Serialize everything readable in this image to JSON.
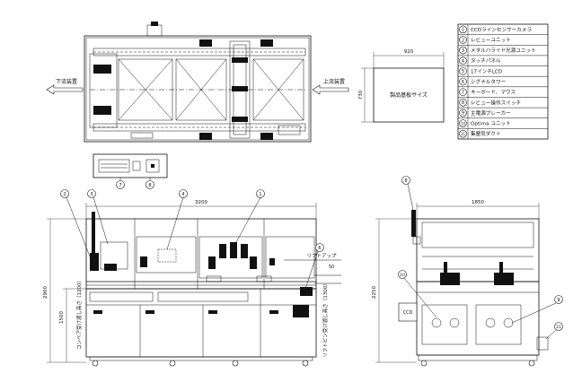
{
  "legend": {
    "items": [
      {
        "num": "1",
        "text": "CCDラインセンサーカメラ"
      },
      {
        "num": "2",
        "text": "レビューユニット"
      },
      {
        "num": "3",
        "text": "メタルハライド光源ユニット"
      },
      {
        "num": "4",
        "text": "タッチパネル"
      },
      {
        "num": "5",
        "text": "17インチLCD"
      },
      {
        "num": "6",
        "text": "シグナルタワー"
      },
      {
        "num": "7",
        "text": "キーボード、マウス"
      },
      {
        "num": "8",
        "text": "レビュー操作スイッチ"
      },
      {
        "num": "9",
        "text": "主電源ブレーカー"
      },
      {
        "num": "10",
        "text": "Optima ユニット"
      },
      {
        "num": "11",
        "text": "集塵気ダクト"
      }
    ]
  },
  "top_view": {
    "downstream_label": "下流装置",
    "upstream_label": "上流装置",
    "callout_7": "7",
    "callout_8": "8"
  },
  "substrate": {
    "width_label": "920",
    "height_label": "730",
    "center_label": "製品基板サイズ"
  },
  "front_view": {
    "width_label": "3200",
    "height_total": "2900",
    "height_conveyor": "1500",
    "lift_up_label": "リフトアップ",
    "dim_50": "50",
    "vertical_text_1": "コンベア受け渡し高さ（1200）",
    "vertical_text_2": "リフトピン受け渡し高さ（1300）",
    "callouts": [
      "2",
      "3",
      "4",
      "1",
      "6"
    ]
  },
  "side_view": {
    "width_label": "1850",
    "height_label": "2250",
    "ccd_label": "CCD",
    "callouts": [
      "8",
      "10",
      "9",
      "11"
    ]
  }
}
